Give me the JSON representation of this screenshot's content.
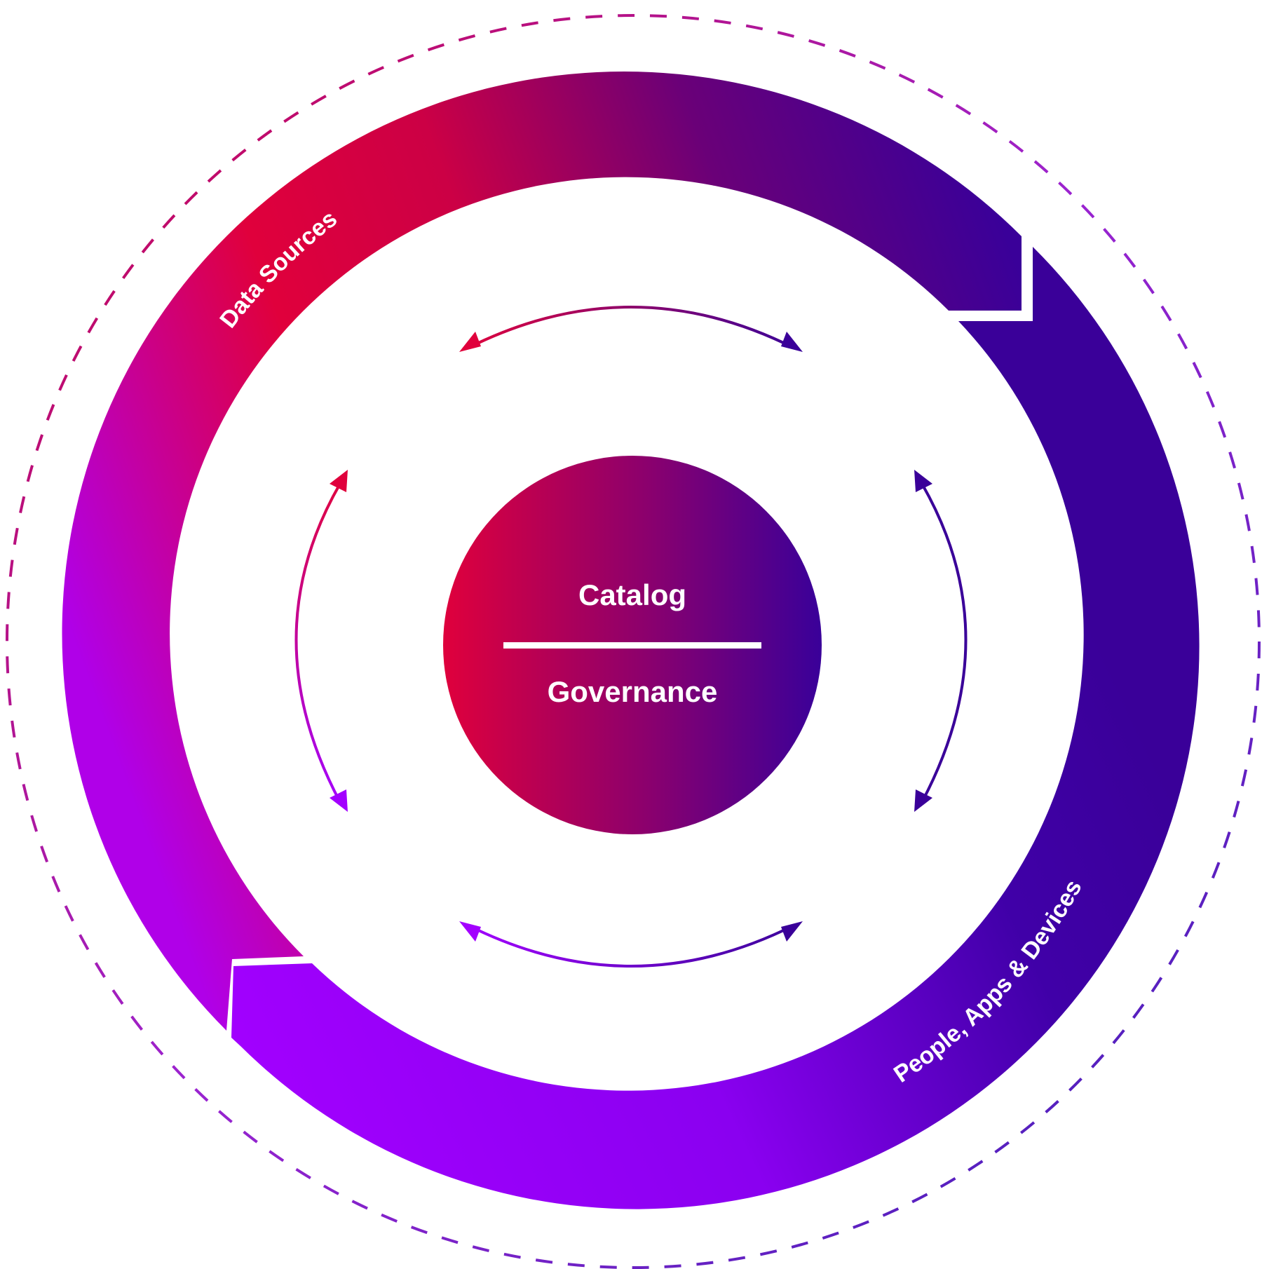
{
  "center": {
    "top_label": "Catalog",
    "bottom_label": "Governance"
  },
  "ring": {
    "upper_label": "Data Sources",
    "lower_label": "People, Apps & Devices"
  },
  "colors": {
    "red": "#e0003c",
    "purple": "#a100ff",
    "indigo": "#3a0099",
    "dashed_outer_start": "#c8005a",
    "dashed_outer_end": "#5a1fd0"
  },
  "connectors": [
    {
      "name": "top-connector",
      "direction": "bidirectional"
    },
    {
      "name": "right-connector",
      "direction": "bidirectional"
    },
    {
      "name": "bottom-connector",
      "direction": "bidirectional"
    },
    {
      "name": "left-connector",
      "direction": "bidirectional"
    }
  ]
}
